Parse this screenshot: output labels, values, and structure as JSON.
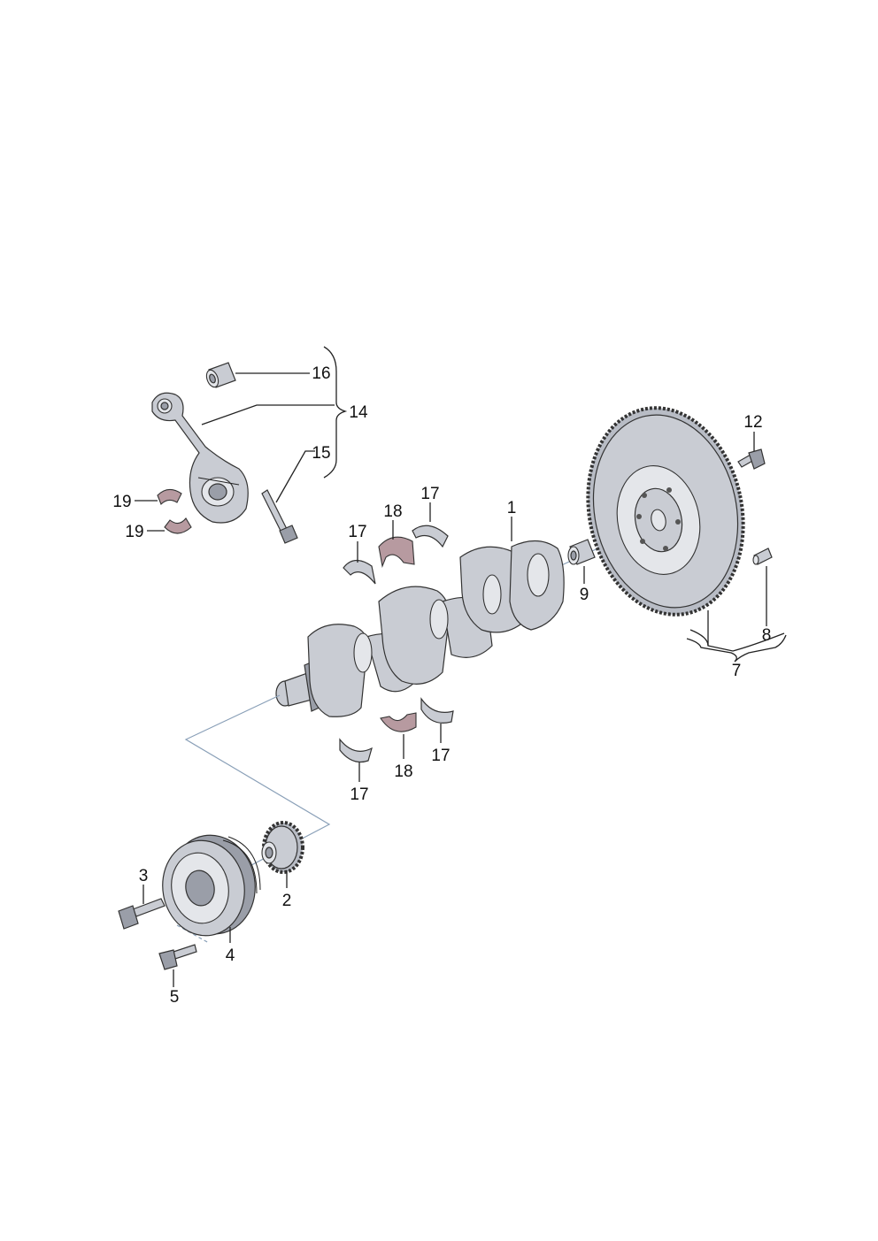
{
  "callouts": {
    "c1": "1",
    "c2": "2",
    "c3": "3",
    "c4": "4",
    "c5": "5",
    "c7": "7",
    "c8": "8",
    "c9": "9",
    "c12": "12",
    "c14": "14",
    "c15": "15",
    "c16": "16",
    "c17a": "17",
    "c17b": "17",
    "c17c": "17",
    "c17d": "17",
    "c18a": "18",
    "c18b": "18",
    "c19a": "19",
    "c19b": "19"
  },
  "colors": {
    "metal": "#c9ccd3",
    "bearing": "#b79aa0",
    "axis_line": "#8aa0b8"
  }
}
